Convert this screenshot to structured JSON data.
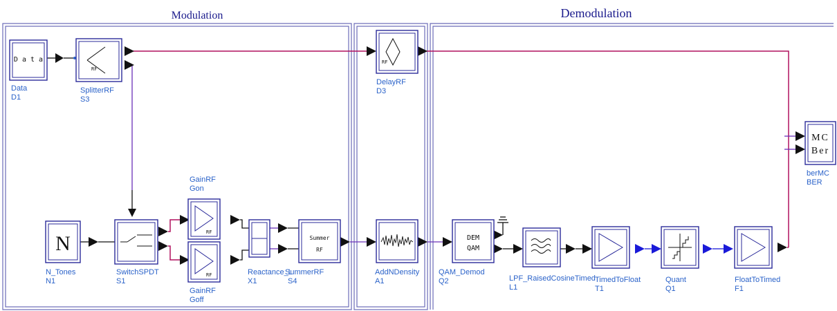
{
  "sections": {
    "modulation": "Modulation",
    "demodulation": "Demodulation"
  },
  "blocks": {
    "data": {
      "name": "Data",
      "id": "D1",
      "inner": "D a t a"
    },
    "splitter": {
      "name": "SplitterRF",
      "id": "S3",
      "inner": "RF"
    },
    "delay": {
      "name": "DelayRF",
      "id": "D3",
      "inner": "RF"
    },
    "ntones": {
      "name": "N_Tones",
      "id": "N1",
      "inner": "N"
    },
    "switch": {
      "name": "SwitchSPDT",
      "id": "S1"
    },
    "gain_on": {
      "name": "GainRF",
      "id": "Gon",
      "inner": "RF"
    },
    "gain_off": {
      "name": "GainRF",
      "id": "Goff",
      "inner": "RF"
    },
    "reactance": {
      "name": "Reactance_L",
      "id": "X1"
    },
    "summer": {
      "name": "SummerRF",
      "id": "S4",
      "inner_top": "Summer",
      "inner_bottom": "RF"
    },
    "noise": {
      "name": "AddNDensity",
      "id": "A1"
    },
    "qam": {
      "name": "QAM_Demod",
      "id": "Q2",
      "inner_top": "DEM",
      "inner_bottom": "QAM"
    },
    "lpf": {
      "name": "LPF_RaisedCosineTimed",
      "id": "L1"
    },
    "ttf": {
      "name": "TimedToFloat",
      "id": "T1"
    },
    "quant": {
      "name": "Quant",
      "id": "Q1"
    },
    "ftt": {
      "name": "FloatToTimed",
      "id": "F1"
    },
    "ber": {
      "name": "berMC",
      "id": "BER",
      "inner_top": "MC",
      "inner_bottom": "Ber"
    }
  }
}
